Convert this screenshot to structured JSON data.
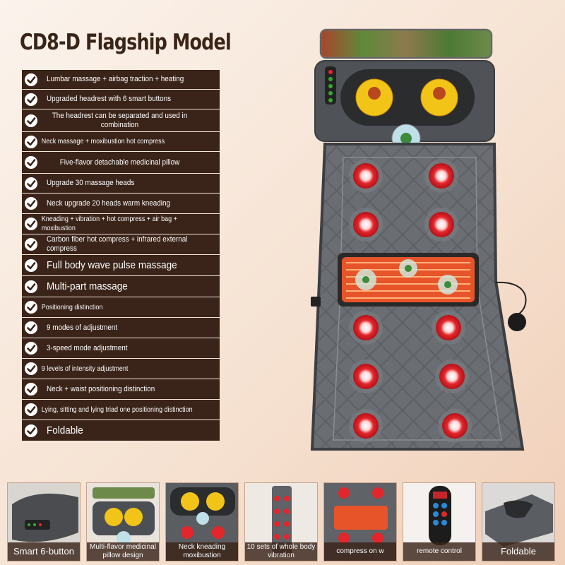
{
  "title": "CD8-D Flagship Model",
  "features": [
    {
      "text": "Lumbar massage + airbag traction + heating",
      "h": 28
    },
    {
      "text": "Upgraded headrest with 6 smart buttons",
      "h": 28
    },
    {
      "text": "The headrest can be separated and used in combination",
      "h": 32
    },
    {
      "text": "Neck massage + moxibustion hot compress",
      "h": 28
    },
    {
      "text": "Five-flavor detachable medicinal pillow",
      "h": 31
    },
    {
      "text": "Upgrade 30 massage heads",
      "h": 28
    },
    {
      "text": "Neck upgrade 20 heads warm kneading",
      "h": 29
    },
    {
      "text": "Kneading + vibration + hot compress + air bag + moxibustion",
      "h": 29
    },
    {
      "text": "Carbon fiber hot compress + infrared external compress",
      "h": 29
    },
    {
      "text": "Full body wave pulse massage",
      "h": 30
    },
    {
      "text": "Multi-part massage",
      "h": 30
    },
    {
      "text": "Positioning distinction",
      "h": 29
    },
    {
      "text": "9 modes of adjustment",
      "h": 29
    },
    {
      "text": "3-speed mode adjustment",
      "h": 29
    },
    {
      "text": "9 levels of intensity adjustment",
      "h": 29
    },
    {
      "text": "Neck + waist positioning distinction",
      "h": 29
    },
    {
      "text": "Lying, sitting and lying triad one positioning distinction",
      "h": 29
    },
    {
      "text": "Foldable",
      "h": 30
    }
  ],
  "thumbnails": [
    "Smart 6-button",
    "Multi-flavor medicinal pillow design",
    "Neck kneading moxibustion",
    "10 sets of whole body vibration",
    "compress on w",
    "remote control",
    "Foldable"
  ],
  "colors": {
    "bar": "#3a2318",
    "node_red": "#e3262b",
    "mat_gray": "#5f6266",
    "heater": "#e8542a"
  }
}
